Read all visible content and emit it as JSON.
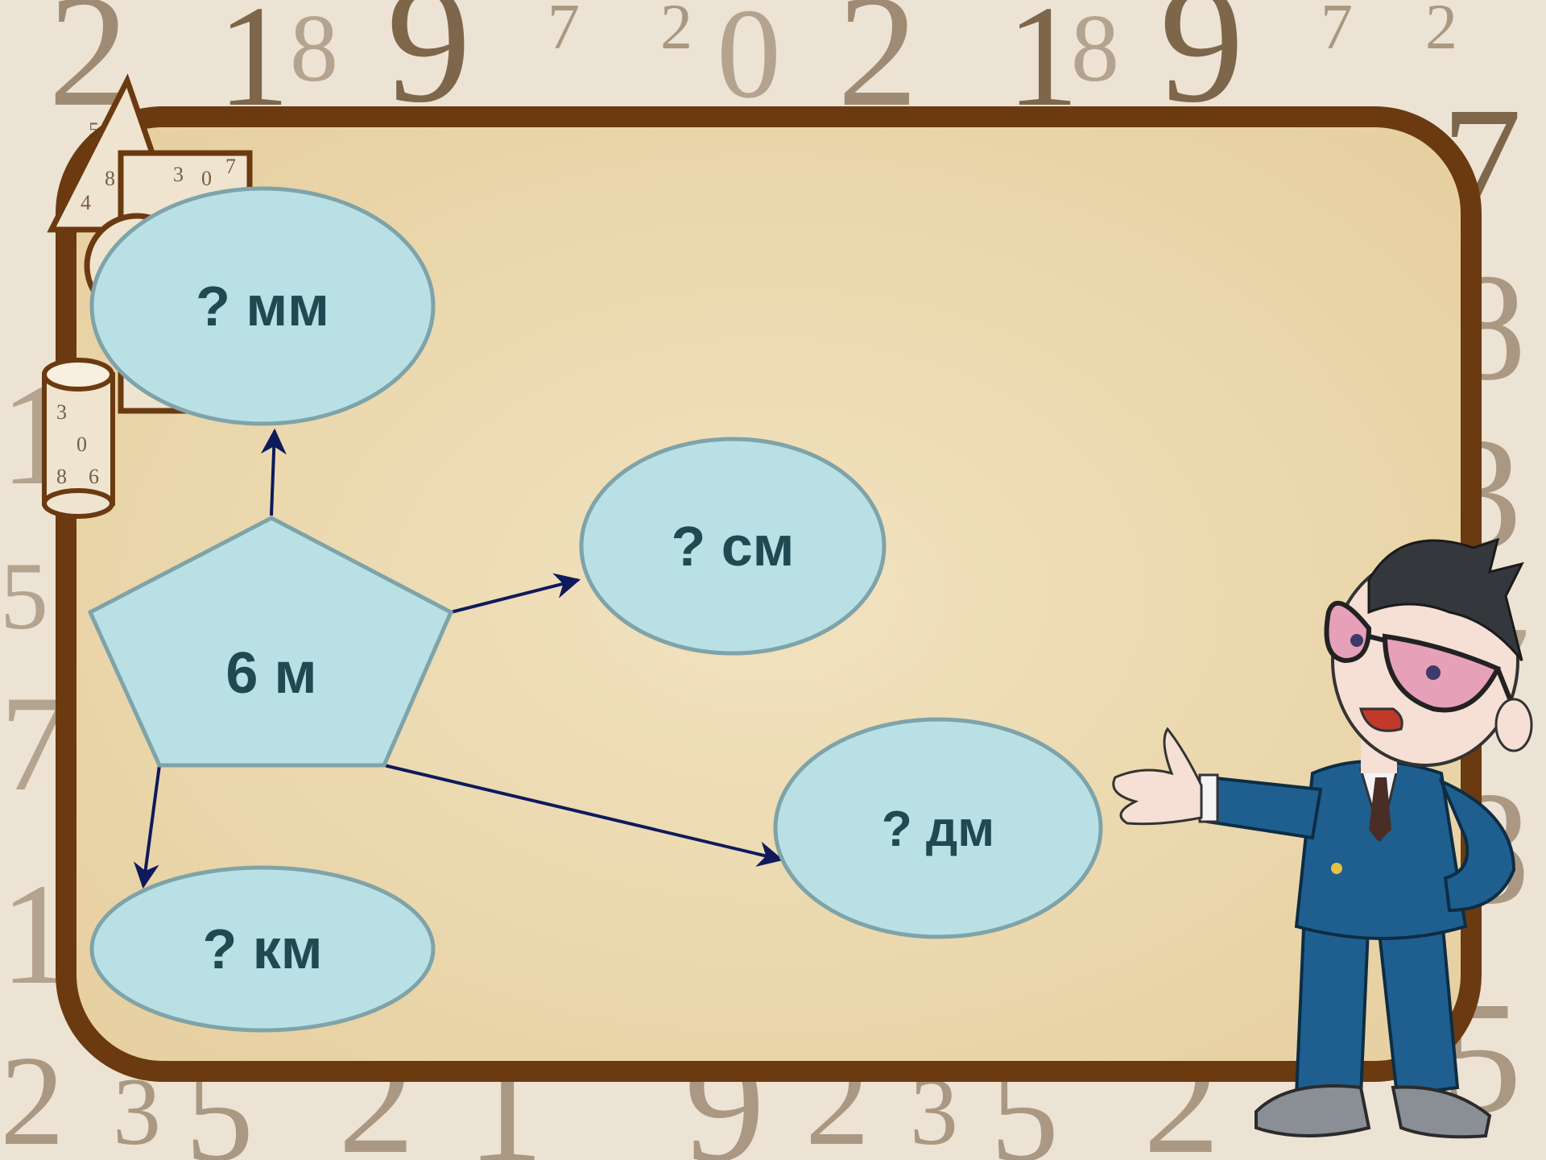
{
  "colors": {
    "frame": "#6b3a10",
    "paper": "#ecd9b0",
    "node_fill": "#b8e0e5",
    "node_stroke": "#7ea3a8",
    "node_text": "#1f4a52",
    "arrow": "#0f1a5c",
    "suit": "#1f5f8f"
  },
  "center": {
    "label": "6 м",
    "shape": "pentagon"
  },
  "targets": [
    {
      "id": "mm",
      "label": "? мм"
    },
    {
      "id": "cm",
      "label": "? см"
    },
    {
      "id": "dm",
      "label": "? дм"
    },
    {
      "id": "km",
      "label": "? км"
    }
  ],
  "icons": [
    "geometric-shapes-icon",
    "cartoon-teacher-icon"
  ]
}
